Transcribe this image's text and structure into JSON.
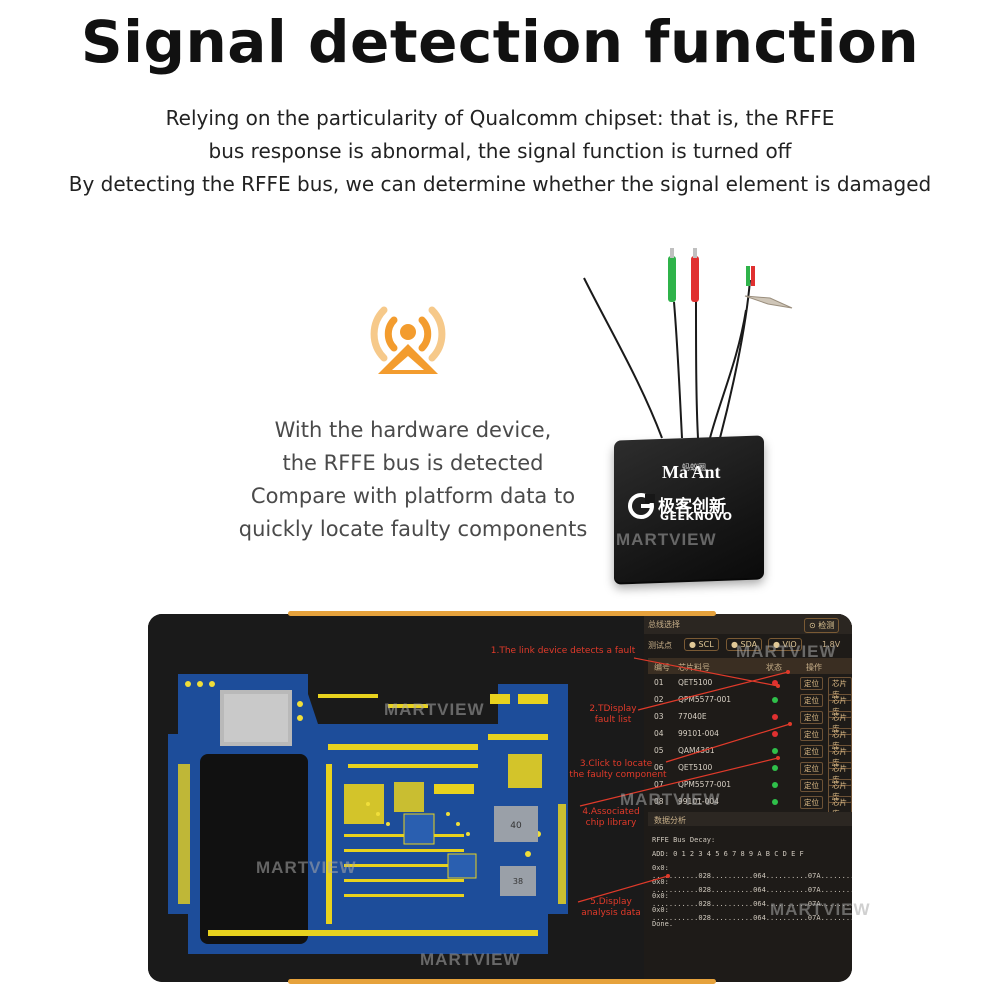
{
  "heading": {
    "title": "Signal detection function",
    "intro_line1": "Relying on the particularity of Qualcomm chipset: that is, the RFFE",
    "intro_line2": "bus response is abnormal, the signal function is turned off",
    "intro_line3": "By detecting the RFFE bus, we can determine whether the signal element is damaged"
  },
  "feature": {
    "icon": "signal-tower-icon",
    "line1": "With the hardware device,",
    "line2": "the RFFE bus is detected",
    "line3": "Compare with platform data to",
    "line4": "quickly locate faulty components"
  },
  "device": {
    "brand_ma": "Ma Ant",
    "brand_cn_small": "蚂蚁圈",
    "brand_cn": "极客创新",
    "brand_en": "GEEKNOVO"
  },
  "software": {
    "select_label": "总线选择",
    "detect_button": "⊙ 检测",
    "test_label": "测试点",
    "mode1": "● SCL",
    "mode2": "● SDA",
    "mode3": "● VIO",
    "voltage_label": "1.8V",
    "columns": [
      "编号",
      "芯片料号",
      "状态",
      "操作"
    ],
    "rows": [
      {
        "no": "01",
        "part": "QET5100",
        "status": "red"
      },
      {
        "no": "02",
        "part": "QPM5577-001",
        "status": "green"
      },
      {
        "no": "03",
        "part": "77040E",
        "status": "red"
      },
      {
        "no": "04",
        "part": "99101-004",
        "status": "red"
      },
      {
        "no": "05",
        "part": "QAM4361",
        "status": "green"
      },
      {
        "no": "06",
        "part": "QET5100",
        "status": "green"
      },
      {
        "no": "07",
        "part": "QPM5577-001",
        "status": "green"
      },
      {
        "no": "08",
        "part": "99101-004",
        "status": "green"
      }
    ],
    "locate_label": "定位",
    "chip_label": "芯片库",
    "analysis_title": "数据分析",
    "rffe_title": "RFFE Bus Decay:",
    "addr_header": "ADD:  0  1  2  3  4  5  6  7  8  9  A  B  C  D  E  F",
    "data_rows": [
      "0x0:  ...........028..........064..........07A........",
      "0x0:  ...........028..........064..........07A........",
      "0x0:  ...........028..........064..........07A........",
      "0x0:  ...........028..........064..........07A........"
    ],
    "done": "Done."
  },
  "annotations": {
    "a1": "1.The link device detects a fault",
    "a2_l1": "2.TDisplay",
    "a2_l2": "fault list",
    "a3_l1": "3.Click to locate",
    "a3_l2": "the faulty component",
    "a4_l1": "4.Associated",
    "a4_l2": "chip library",
    "a5_l1": "5.Display",
    "a5_l2": "analysis data"
  },
  "pcb": {
    "chip1": "40",
    "chip2": "38"
  },
  "watermark": "MARTVIEW",
  "colors": {
    "accent_orange": "#f39c2e",
    "panel_bar": "#e6a23c",
    "pcb_blue": "#1d4d9a",
    "pcb_gold": "#e8d21e",
    "annotation_red": "#e03a2a"
  }
}
